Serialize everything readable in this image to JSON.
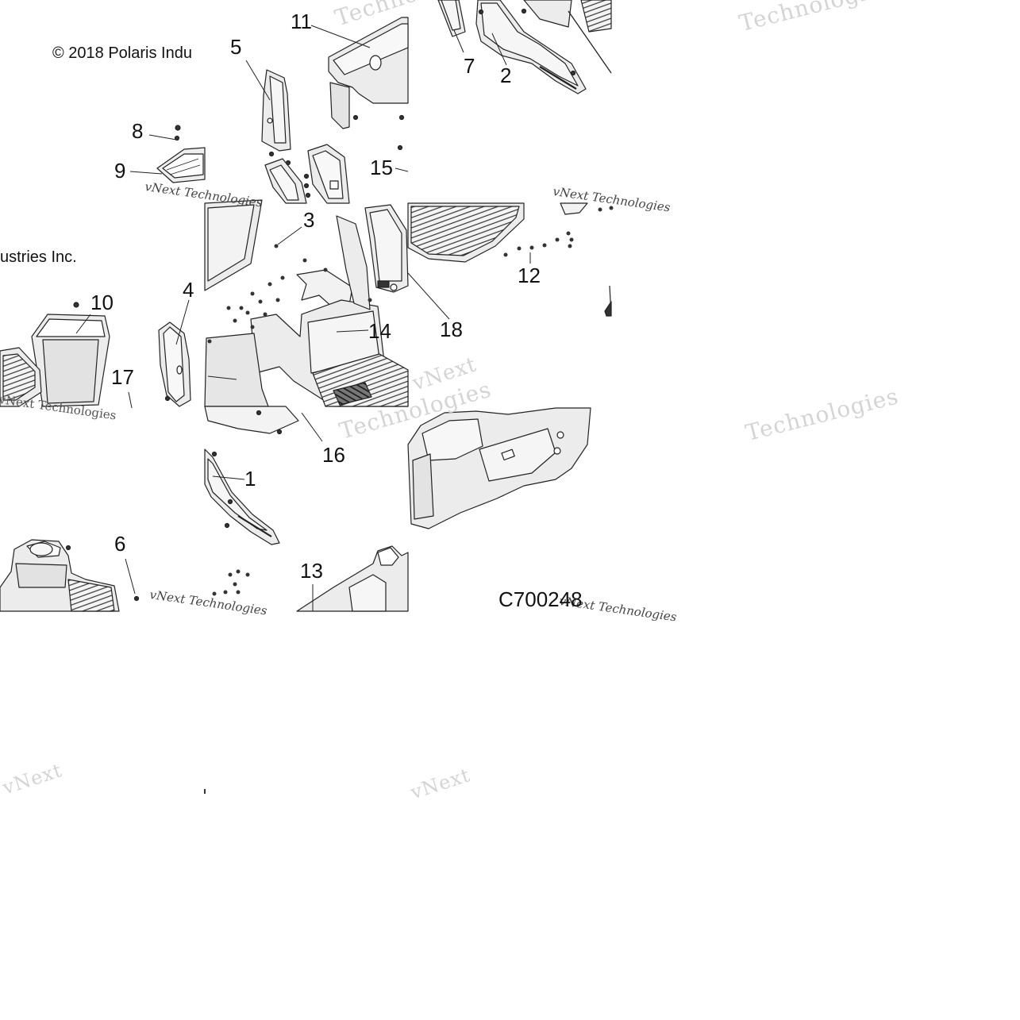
{
  "copyright": {
    "line_a": "© 2018 Polaris Indu",
    "line_b": "ustries Inc."
  },
  "diagram_code": "C700248",
  "watermarks": {
    "brand_big": "Technologies",
    "brand_small": "vNext Technologies",
    "next": "vNext"
  },
  "callouts": {
    "c1": "1",
    "c2": "2",
    "c3": "3",
    "c4": "4",
    "c5": "5",
    "c6": "6",
    "c7": "7",
    "c8": "8",
    "c9": "9",
    "c10": "10",
    "c11": "11",
    "c12": "12",
    "c13": "13",
    "c14": "14",
    "c15": "15",
    "c16": "16",
    "c17": "17",
    "c18": "18"
  },
  "colors": {
    "line": "#222222",
    "fill": "#e9e9e9",
    "shade": "#cfcfcf",
    "background": "#ffffff"
  }
}
